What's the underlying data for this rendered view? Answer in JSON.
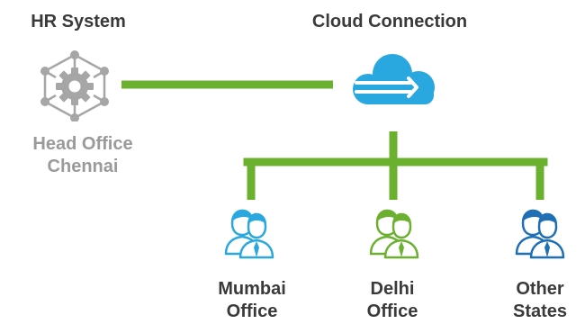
{
  "hr_system": {
    "title": "HR System",
    "location_line1": "Head Office",
    "location_line2": "Chennai",
    "icon": "network-gear-icon",
    "color": "#a6a6a6"
  },
  "cloud": {
    "title": "Cloud Connection",
    "icon": "cloud-arrow-icon",
    "color": "#29a8e0"
  },
  "connector_color": "#6bb02e",
  "offices": [
    {
      "line1": "Mumbai",
      "line2": "Office",
      "icon": "users-icon",
      "color": "#29a8e0"
    },
    {
      "line1": "Delhi",
      "line2": "Office",
      "icon": "users-icon",
      "color": "#6bb02e"
    },
    {
      "line1": "Other",
      "line2": "States",
      "icon": "users-icon",
      "color": "#1f6fb5"
    }
  ]
}
